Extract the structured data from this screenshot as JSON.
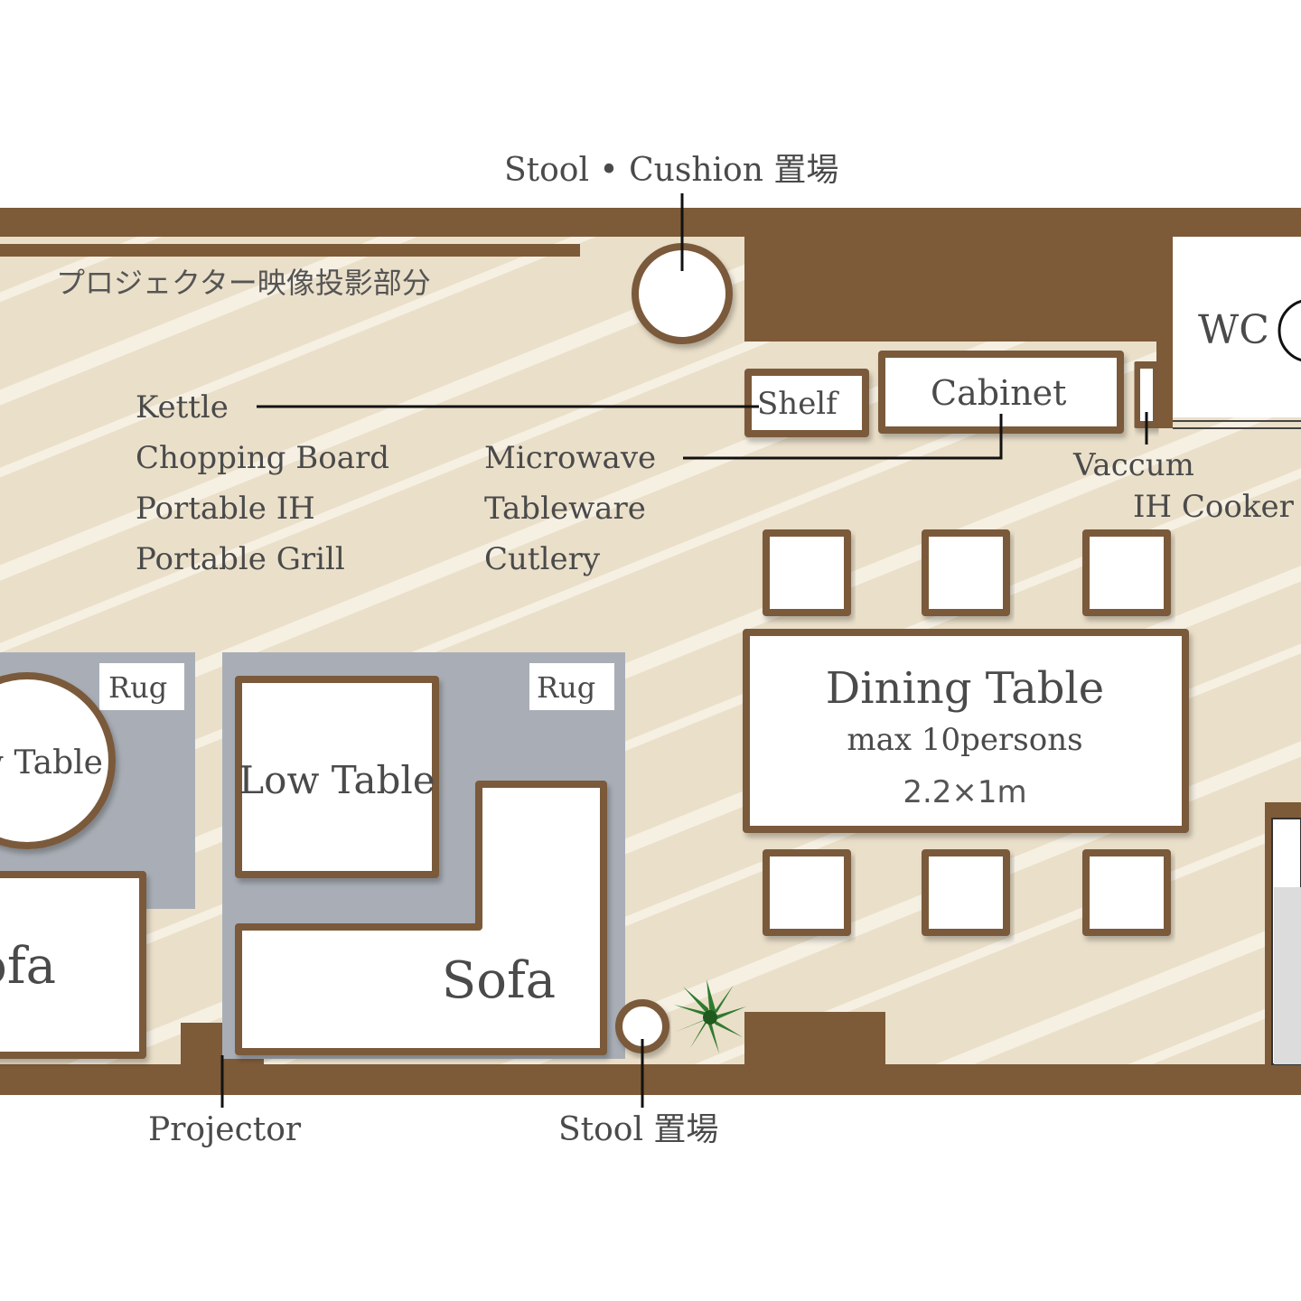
{
  "labels": {
    "stool_cushion": "Stool • Cushion 置場",
    "projection_area": "プロジェクター映像投影部分",
    "wc": "WC",
    "shelf": "Shelf",
    "cabinet": "Cabinet",
    "kettle": "Kettle",
    "chopping_board": "Chopping Board",
    "portable_ih": "Portable IH",
    "portable_grill": "Portable Grill",
    "microwave": "Microwave",
    "tableware": "Tableware",
    "cutlery": "Cutlery",
    "vaccum": "Vaccum",
    "ih_cooker": "IH Cooker",
    "rug_left": "Rug",
    "rug_right": "Rug",
    "low_table_round": "Low Table",
    "low_table_square": "Low Table",
    "sofa_left": "Sofa",
    "sofa_right": "Sofa",
    "dining_table": "Dining Table",
    "dining_capacity": "max 10persons",
    "dining_size": "2.2×1m",
    "projector": "Projector",
    "stool_spot": "Stool 置場"
  },
  "colors": {
    "wall": "#7d5a38",
    "floor": "#eadfc9",
    "rug": "#a9aeb6",
    "furniture_outline": "#7a5a3a",
    "plant": "#2f7a2f"
  }
}
